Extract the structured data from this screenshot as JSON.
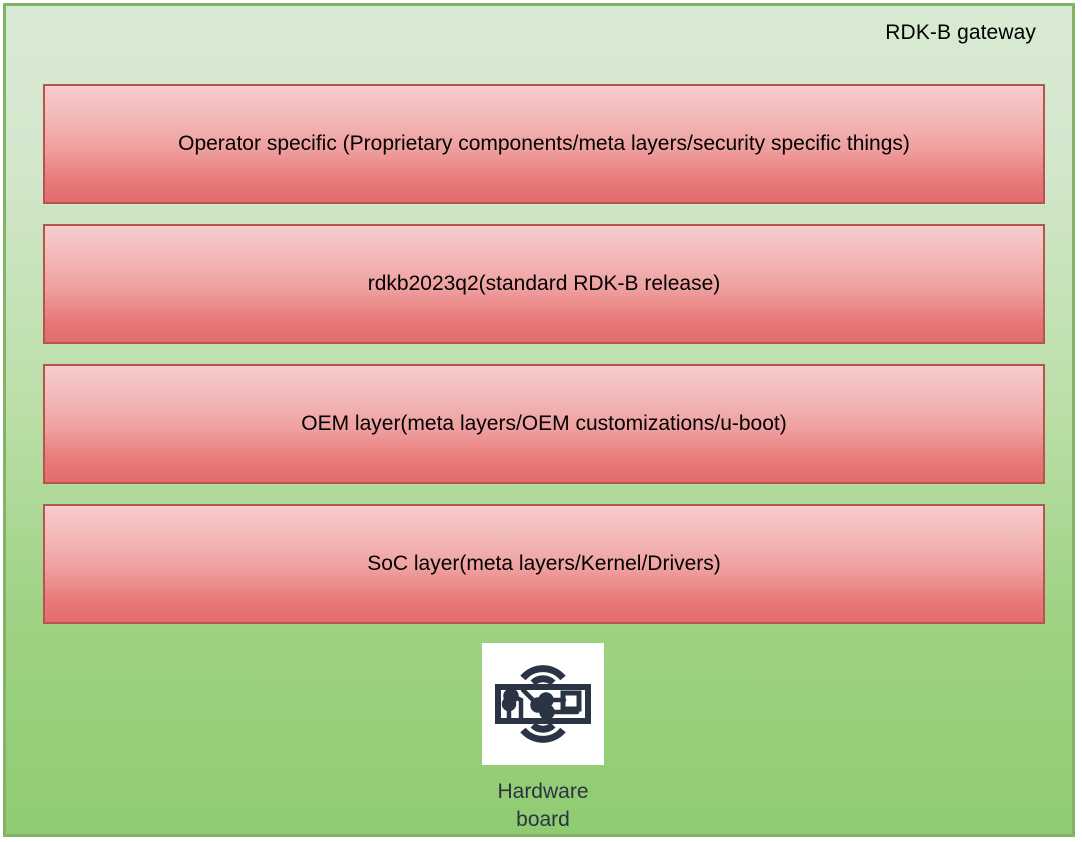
{
  "diagram": {
    "title": "RDK-B gateway",
    "type": "layered-stack",
    "colors": {
      "container_border": "#82b366",
      "container_fill_top": "#d9ead3",
      "container_fill_bottom": "#8fcc71",
      "layer_border": "#b85450",
      "layer_fill_top": "#f7cccc",
      "layer_fill_bottom": "#e36c6c",
      "layer_text": "#000000",
      "caption_text": "#2b3445",
      "icon_tile_fill": "#ffffff",
      "icon_stroke": "#2b3445"
    },
    "layers": [
      {
        "id": "operator",
        "label": "Operator specific (Proprietary components/meta layers/security specific things)"
      },
      {
        "id": "rdkb-release",
        "label": "rdkb2023q2(standard RDK-B release)"
      },
      {
        "id": "oem",
        "label": "OEM layer(meta layers/OEM customizations/u-boot)"
      },
      {
        "id": "soc",
        "label": "SoC layer(meta layers/Kernel/Drivers)"
      }
    ],
    "hardware": {
      "icon": "circuit-board-gateway-icon",
      "caption_line_1": "Hardware",
      "caption_line_2": "board"
    }
  }
}
